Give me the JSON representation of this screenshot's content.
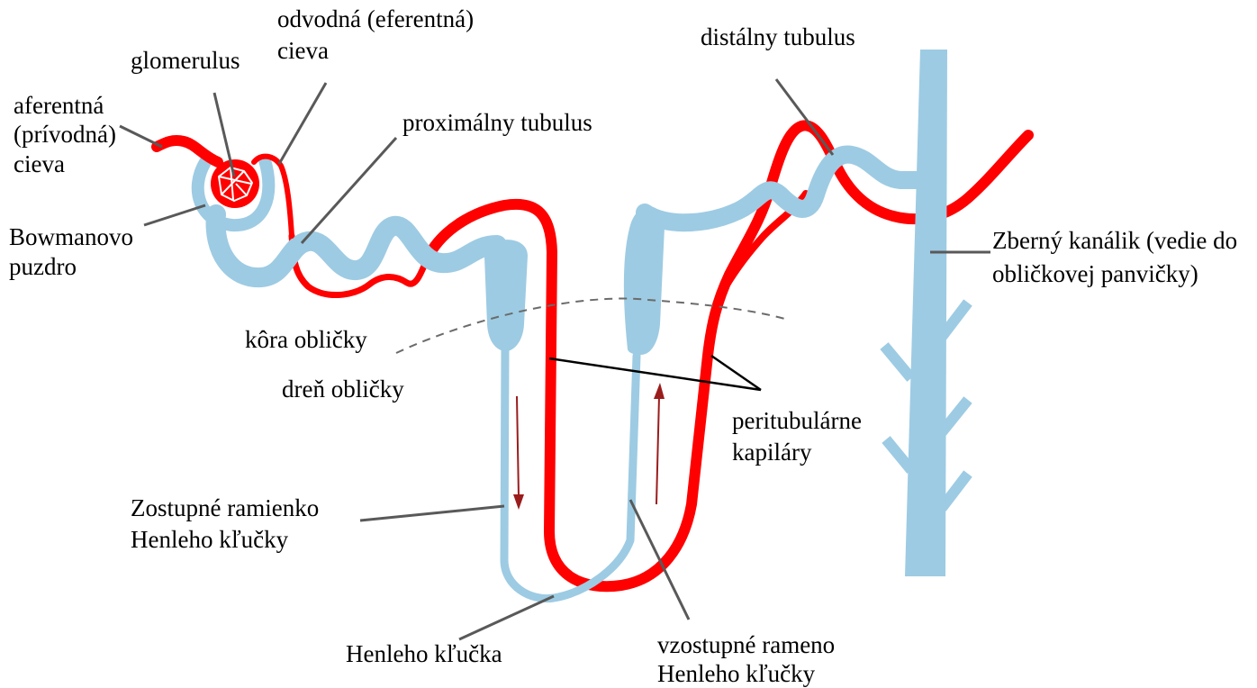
{
  "diagram": {
    "colors": {
      "vessel": "#ff0000",
      "tubule": "#9dcbe3",
      "flow_arrow": "#9b1c1c"
    },
    "labels": {
      "afferent_vessel": [
        "aferentná",
        "(prívodná)",
        "cieva"
      ],
      "glomerulus": "glomerulus",
      "efferent_vessel": [
        "odvodná (eferentná)",
        "cieva"
      ],
      "proximal_tubule": "proximálny tubulus",
      "distal_tubule": "distálny tubulus",
      "bowman_capsule": [
        "Bowmanovo",
        "puzdro"
      ],
      "cortex": "kôra obličky",
      "medulla": "dreň obličky",
      "collecting_duct": [
        "Zberný kanálik (vedie do",
        "obličkovej panvičky)"
      ],
      "peritubular_capillaries": [
        "peritubulárne",
        "kapiláry"
      ],
      "descending_limb": [
        "Zostupné ramienko",
        "Henleho kľučky"
      ],
      "loop_of_henle": "Henleho kľučka",
      "ascending_limb": [
        "vzostupné rameno",
        "Henleho kľučky"
      ]
    }
  }
}
